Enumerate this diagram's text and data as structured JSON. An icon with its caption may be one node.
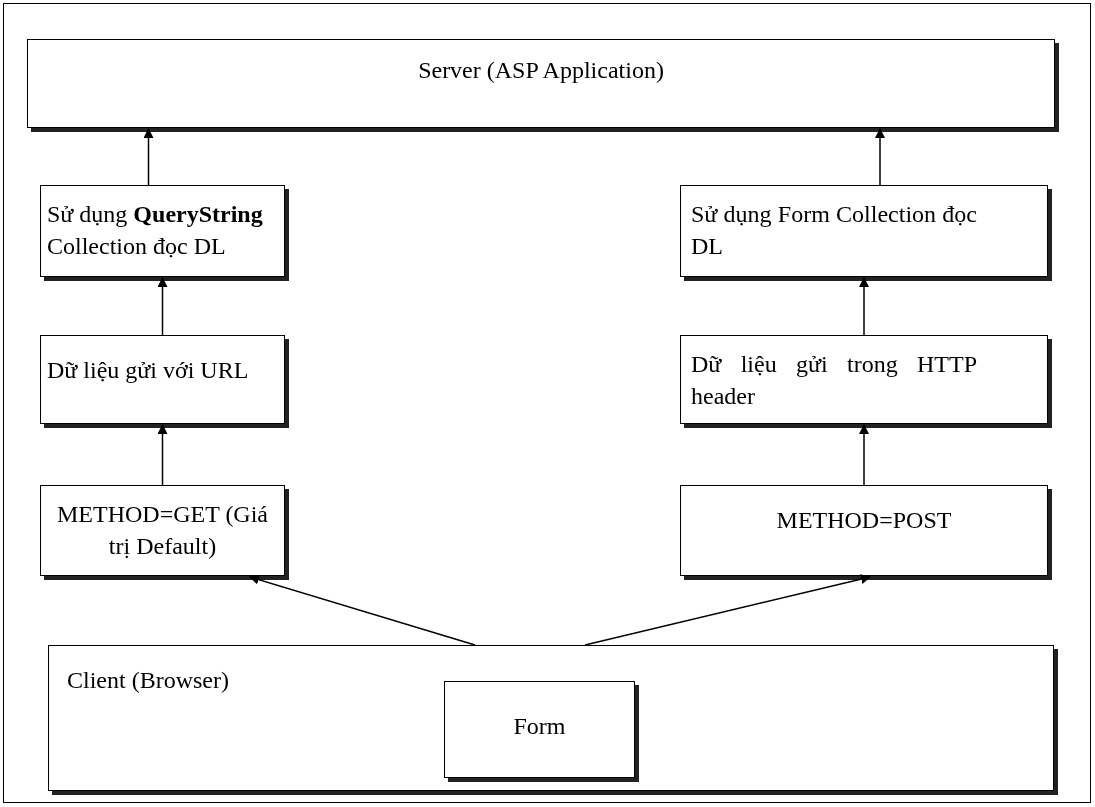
{
  "diagram": {
    "nodes": [
      {
        "text": [
          "Server (ASP Application)"
        ]
      },
      {
        "text": [
          "Sử dụng **QueryString** Collection đọc DL"
        ]
      },
      {
        "text": [
          "Sử dụng Form Collection đọc DL"
        ]
      },
      {
        "text": [
          "Dữ liệu gửi với URL"
        ]
      },
      {
        "text": [
          "Dữ liệu gửi trong HTTP header"
        ]
      },
      {
        "text": [
          "METHOD=GET (Giá trị Default)"
        ]
      },
      {
        "text": [
          "METHOD=POST"
        ]
      },
      {
        "text": [
          "Client (Browser)"
        ]
      },
      {
        "text": [
          "Form"
        ],
        "in": 7
      }
    ],
    "edges": [
      {
        "from": 1,
        "to": 0,
        "arrow": "to"
      },
      {
        "from": 2,
        "to": 0,
        "arrow": "to"
      },
      {
        "from": 3,
        "to": 1,
        "arrow": "to"
      },
      {
        "from": 4,
        "to": 2,
        "arrow": "to"
      },
      {
        "from": 5,
        "to": 3,
        "arrow": "to"
      },
      {
        "from": 6,
        "to": 4,
        "arrow": "to"
      },
      {
        "from": 7,
        "to": 5,
        "arrow": "to"
      },
      {
        "from": 7,
        "to": 6,
        "arrow": "to"
      }
    ]
  }
}
